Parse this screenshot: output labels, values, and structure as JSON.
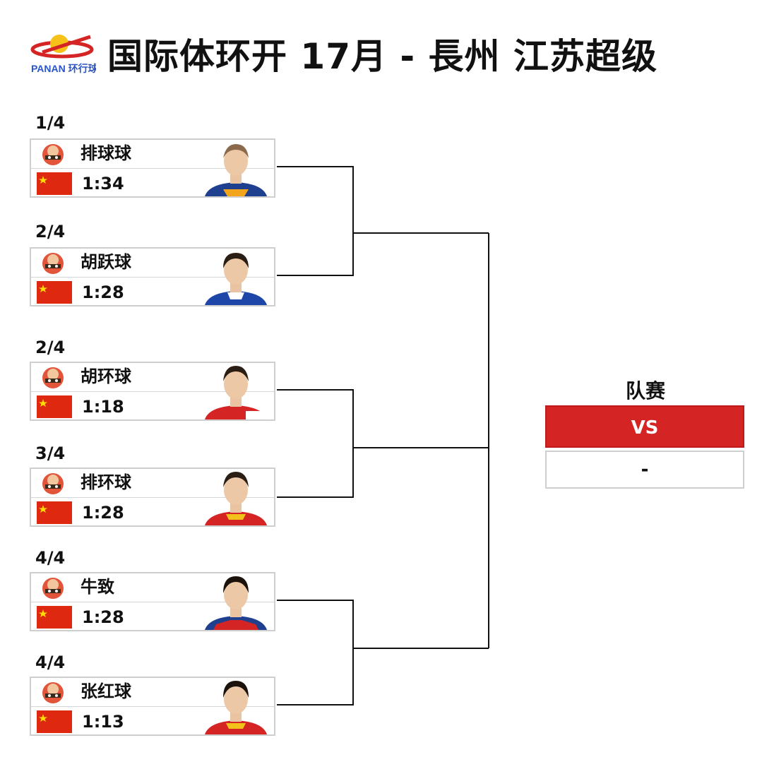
{
  "header": {
    "title": "国际体环开  17月 - 長州  江苏超级",
    "logo_text": "PANAN 环行球"
  },
  "matches": [
    {
      "round": "1/4",
      "player": "排球球",
      "time": "1:34"
    },
    {
      "round": "2/4",
      "player": "胡跃球",
      "time": "1:28"
    },
    {
      "round": "2/4",
      "player": "胡环球",
      "time": "1:18"
    },
    {
      "round": "3/4",
      "player": "排环球",
      "time": "1:28"
    },
    {
      "round": "4/4",
      "player": "牛致",
      "time": "1:28"
    },
    {
      "round": "4/4",
      "player": "张红球",
      "time": "1:13"
    }
  ],
  "final": {
    "label": "队赛",
    "vs": "VS",
    "result": "-"
  },
  "colors": {
    "accent_red": "#d42424",
    "logo_yellow": "#f6c21a",
    "line": "#111111",
    "border": "#cfcfcf"
  },
  "icons": [
    "team-emblem-icon",
    "china-flag-icon",
    "player-avatar-icon",
    "event-logo-icon"
  ]
}
